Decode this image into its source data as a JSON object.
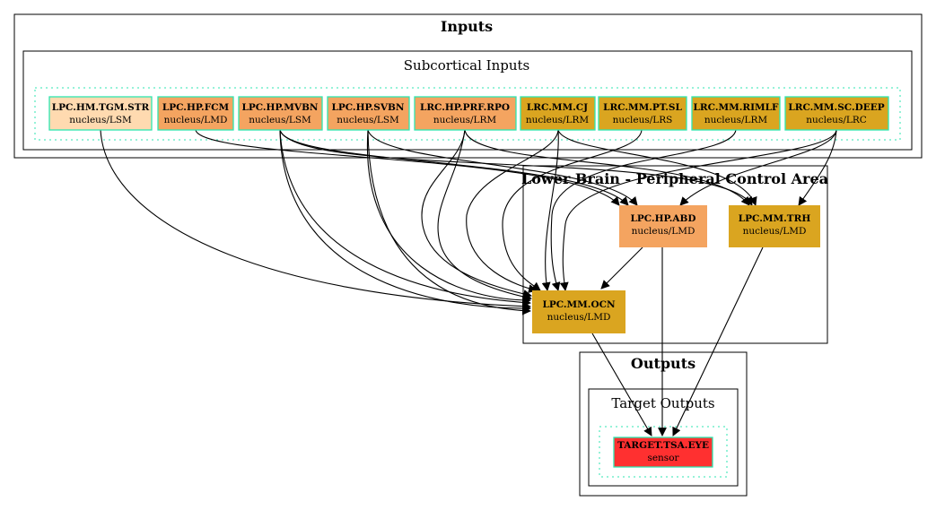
{
  "clusters": {
    "inputs": "Inputs",
    "subcortical": "Subcortical Inputs",
    "lower_brain": "Lower Brain - Peripheral Control Area",
    "outputs": "Outputs",
    "target_outputs": "Target Outputs"
  },
  "nodes": [
    {
      "id": "lpc_hm_tgm_str",
      "title": "LPC.HM.TGM.STR",
      "sub": "nucleus/LSM",
      "color": "#ffdab0"
    },
    {
      "id": "lpc_hp_fcm",
      "title": "LPC.HP.FCM",
      "sub": "nucleus/LMD",
      "color": "#f4a460"
    },
    {
      "id": "lpc_hp_mvbn",
      "title": "LPC.HP.MVBN",
      "sub": "nucleus/LSM",
      "color": "#f4a460"
    },
    {
      "id": "lpc_hp_svbn",
      "title": "LPC.HP.SVBN",
      "sub": "nucleus/LSM",
      "color": "#f4a460"
    },
    {
      "id": "lrc_hp_prf_rpo",
      "title": "LRC.HP.PRF.RPO",
      "sub": "nucleus/LRM",
      "color": "#f4a460"
    },
    {
      "id": "lrc_mm_cj",
      "title": "LRC.MM.CJ",
      "sub": "nucleus/LRM",
      "color": "#daa520"
    },
    {
      "id": "lrc_mm_pt_sl",
      "title": "LRC.MM.PT.SL",
      "sub": "nucleus/LRS",
      "color": "#daa520"
    },
    {
      "id": "lrc_mm_rimlf",
      "title": "LRC.MM.RIMLF",
      "sub": "nucleus/LRM",
      "color": "#daa520"
    },
    {
      "id": "lrc_mm_sc_deep",
      "title": "LRC.MM.SC.DEEP",
      "sub": "nucleus/LRC",
      "color": "#daa520"
    },
    {
      "id": "lpc_hp_abd",
      "title": "LPC.HP.ABD",
      "sub": "nucleus/LMD",
      "color": "#f4a460"
    },
    {
      "id": "lpc_mm_trh",
      "title": "LPC.MM.TRH",
      "sub": "nucleus/LMD",
      "color": "#daa520"
    },
    {
      "id": "lpc_mm_ocn",
      "title": "LPC.MM.OCN",
      "sub": "nucleus/LMD",
      "color": "#daa520"
    },
    {
      "id": "target_tsa_eye",
      "title": "TARGET.TSA.EYE",
      "sub": "sensor",
      "color": "#ff3030"
    }
  ],
  "colors": {
    "input_border": "#2ee6b0",
    "edge": "#000000"
  }
}
